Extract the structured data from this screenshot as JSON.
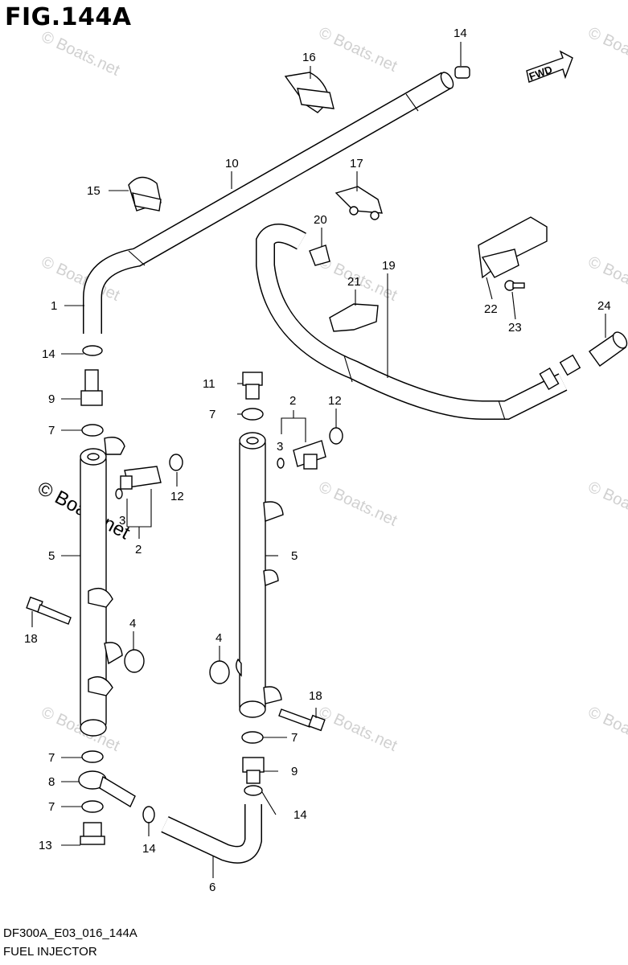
{
  "figure": {
    "title": "FIG.144A",
    "code": "DF300A_E03_016_144A",
    "name": "FUEL INJECTOR",
    "fwd_label": "FWD"
  },
  "watermark": {
    "text": "© Boats.net"
  },
  "callouts": [
    "1",
    "2",
    "3",
    "4",
    "5",
    "6",
    "7",
    "8",
    "9",
    "10",
    "11",
    "12",
    "13",
    "14",
    "15",
    "16",
    "17",
    "18",
    "19",
    "20",
    "21",
    "22",
    "23",
    "24"
  ]
}
